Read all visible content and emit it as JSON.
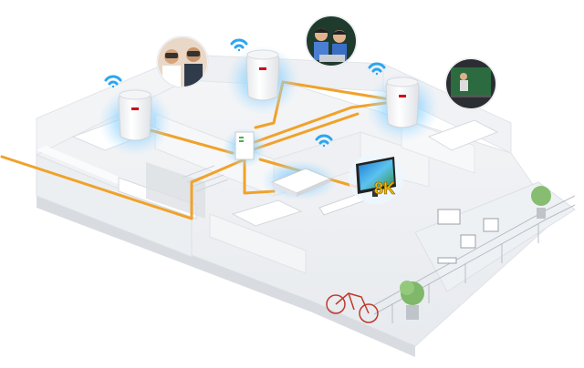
{
  "diagram": {
    "caption": "",
    "colors": {
      "fiber": "#f0a22a",
      "glow": "#6fc6ff",
      "wall": "#f2f3f5",
      "wall_shadow": "#d9dde2",
      "floor": "#e9ecef",
      "device_body": "#ffffff",
      "brand_red": "#d0021b",
      "wifi": "#2aa6f2",
      "badge_8k": "#f5b800"
    },
    "devices": {
      "router_left": {
        "icon": "mesh-router-icon"
      },
      "router_center": {
        "icon": "mesh-router-icon"
      },
      "router_right": {
        "icon": "mesh-router-icon"
      },
      "main_gateway": {
        "icon": "gateway-router-icon"
      },
      "wall_box": {
        "icon": "optical-terminal-icon"
      }
    },
    "scenes": {
      "vr": {
        "icon": "vr-users-photo"
      },
      "kids": {
        "icon": "children-laptop-photo"
      },
      "lecture": {
        "icon": "video-lecture-photo"
      },
      "tv": {
        "icon": "tv-screen-icon",
        "badge": "8K"
      }
    }
  }
}
